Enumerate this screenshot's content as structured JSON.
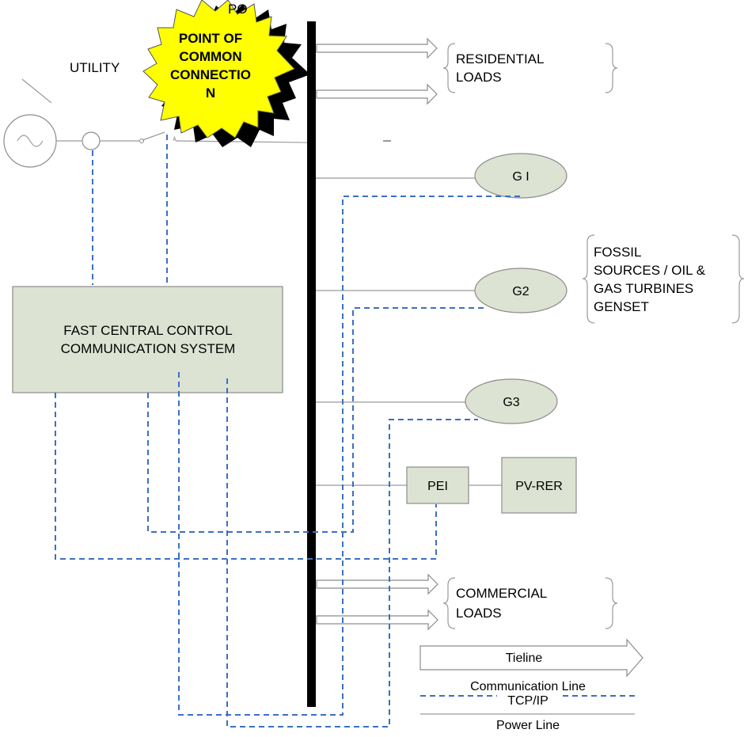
{
  "utility": {
    "label": "UTILITY"
  },
  "pcc": {
    "clipped_label": "PO",
    "lines": [
      "POINT OF",
      "COMMON",
      "CONNECTIO",
      "N"
    ]
  },
  "control_system": {
    "lines": [
      "FAST CENTRAL CONTROL",
      "COMMUNICATION SYSTEM"
    ]
  },
  "residential_loads": {
    "lines": [
      "RESIDENTIAL",
      "LOADS"
    ]
  },
  "fossil_sources": {
    "lines": [
      "FOSSIL",
      "SOURCES / OIL &",
      "GAS TURBINES",
      "GENSET"
    ]
  },
  "commercial_loads": {
    "lines": [
      "COMMERCIAL",
      "LOADS"
    ]
  },
  "generators": {
    "g1": "G I",
    "g2": "G2",
    "g3": "G3"
  },
  "pei": {
    "label": "PEI"
  },
  "pv_rer": {
    "label": "PV-RER"
  },
  "legend": {
    "tieline": "Tieline",
    "communication_line": "Communication Line",
    "tcp_ip": "TCP/IP",
    "power_line": "Power Line"
  },
  "colors": {
    "bus": "#000000",
    "communication": "#3b6fc4",
    "box_fill": "#dde3d2",
    "burst_fill": "#ffff00",
    "burst_shadow": "#000000"
  }
}
